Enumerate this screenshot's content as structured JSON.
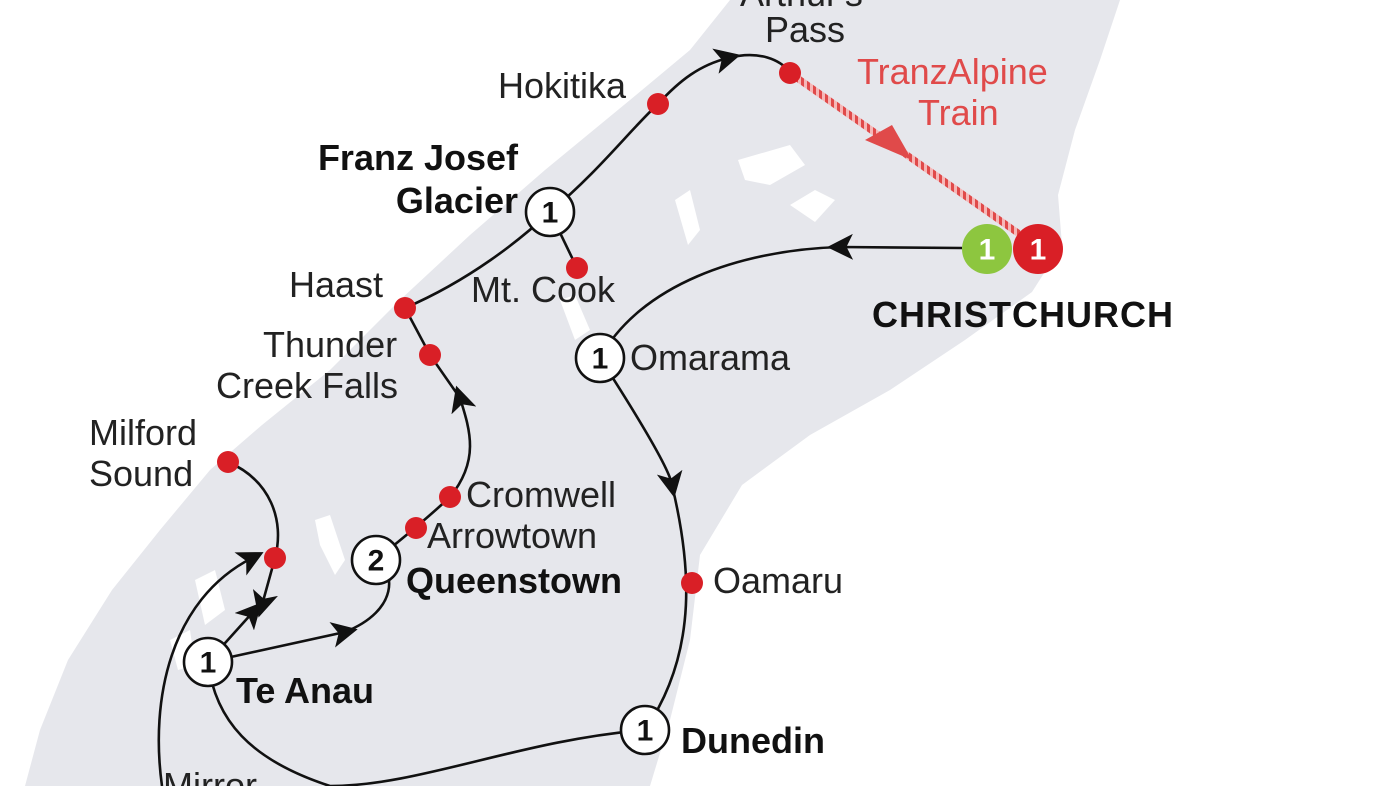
{
  "colors": {
    "land": "#e6e7ec",
    "lake": "#ffffff",
    "route": "#111111",
    "stop": "#d91f26",
    "train": "#e04a4a",
    "start_badge": "#8dc63f",
    "end_badge": "#d91f26"
  },
  "places": {
    "arthurs_pass_top": "Arthur's",
    "arthurs_pass": "Pass",
    "hokitika": "Hokitika",
    "train_line1": "TranzAlpine",
    "train_line2": "Train",
    "franz_josef_line1": "Franz Josef",
    "franz_josef_line2": "Glacier",
    "mt_cook": "Mt. Cook",
    "haast": "Haast",
    "thunder_line1": "Thunder",
    "thunder_line2": "Creek Falls",
    "christchurch": "CHRISTCHURCH",
    "omarama": "Omarama",
    "milford_line1": "Milford",
    "milford_line2": "Sound",
    "cromwell": "Cromwell",
    "arrowtown": "Arrowtown",
    "queenstown": "Queenstown",
    "oamaru": "Oamaru",
    "te_anau": "Te Anau",
    "dunedin": "Dunedin",
    "mirror": "Mirror"
  },
  "nights": {
    "franz_josef": "1",
    "christchurch_start": "1",
    "christchurch_end": "1",
    "omarama": "1",
    "queenstown": "2",
    "te_anau": "1",
    "dunedin": "1"
  }
}
